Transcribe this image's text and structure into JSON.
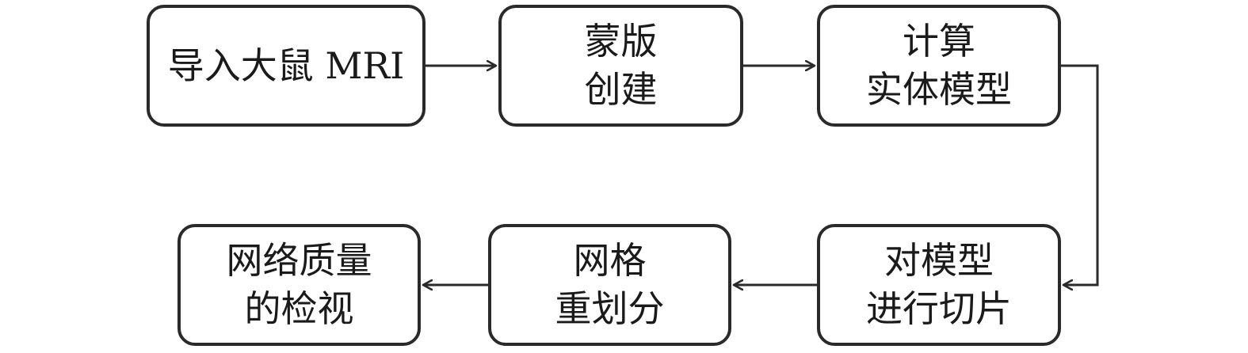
{
  "flowchart": {
    "steps": [
      {
        "id": "import-mri",
        "lines": [
          "导入大鼠 MRI"
        ]
      },
      {
        "id": "mask-creation",
        "lines": [
          "蒙版",
          "创建"
        ]
      },
      {
        "id": "compute-solid-model",
        "lines": [
          "计算",
          "实体模型"
        ]
      },
      {
        "id": "slice-model",
        "lines": [
          "对模型",
          "进行切片"
        ]
      },
      {
        "id": "mesh-remesh",
        "lines": [
          "网格",
          "重划分"
        ]
      },
      {
        "id": "mesh-quality-check",
        "lines": [
          "网络质量",
          "的检视"
        ]
      }
    ],
    "colors": {
      "stroke": "#2a2a2a",
      "background": "#ffffff",
      "text": "#1a1a1a"
    }
  }
}
